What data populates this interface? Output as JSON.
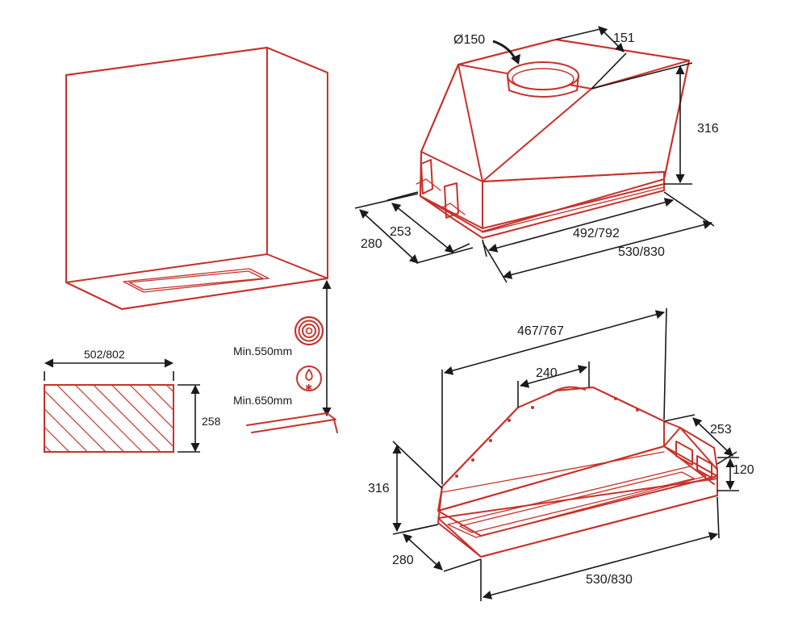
{
  "colors": {
    "line": "#c8312a",
    "dimension": "#1a1a1a",
    "background": "#ffffff"
  },
  "cabinet": {
    "min_electric": "Min.550mm",
    "min_gas": "Min.650mm",
    "icons": [
      "electric-coil-icon",
      "gas-flame-icon"
    ]
  },
  "cutout": {
    "width": "502/802",
    "height": "258"
  },
  "top_view": {
    "duct_diameter": "Ø150",
    "duct_offset": "151",
    "height": "316",
    "width_inner": "492/792",
    "width_outer": "530/830",
    "depth_outer": "280",
    "depth_inner": "253"
  },
  "bottom_view": {
    "top_width": "467/767",
    "collar_width": "240",
    "depth_top": "253",
    "front_height": "120",
    "height": "316",
    "depth": "280",
    "width": "530/830"
  }
}
